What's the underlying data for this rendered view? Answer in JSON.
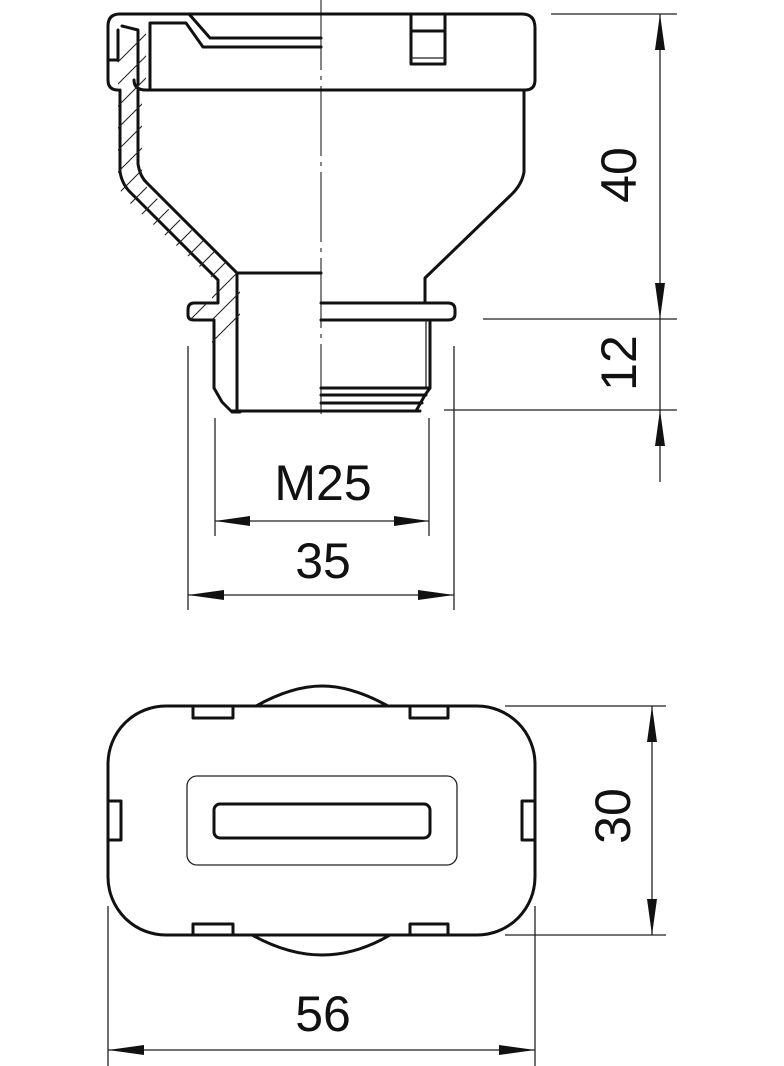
{
  "drawing": {
    "type": "technical-drawing",
    "views": [
      {
        "name": "side-section-view",
        "dimensions": {
          "overall_height": "40",
          "thread_length": "12",
          "thread_size": "M25",
          "flange_diameter": "35"
        }
      },
      {
        "name": "top-view",
        "dimensions": {
          "width": "56",
          "depth": "30"
        }
      }
    ]
  },
  "labels": {
    "dim_40": "40",
    "dim_12": "12",
    "dim_m25": "M25",
    "dim_35": "35",
    "dim_56": "56",
    "dim_30": "30"
  },
  "colors": {
    "line": "#111111",
    "background": "#ffffff"
  }
}
